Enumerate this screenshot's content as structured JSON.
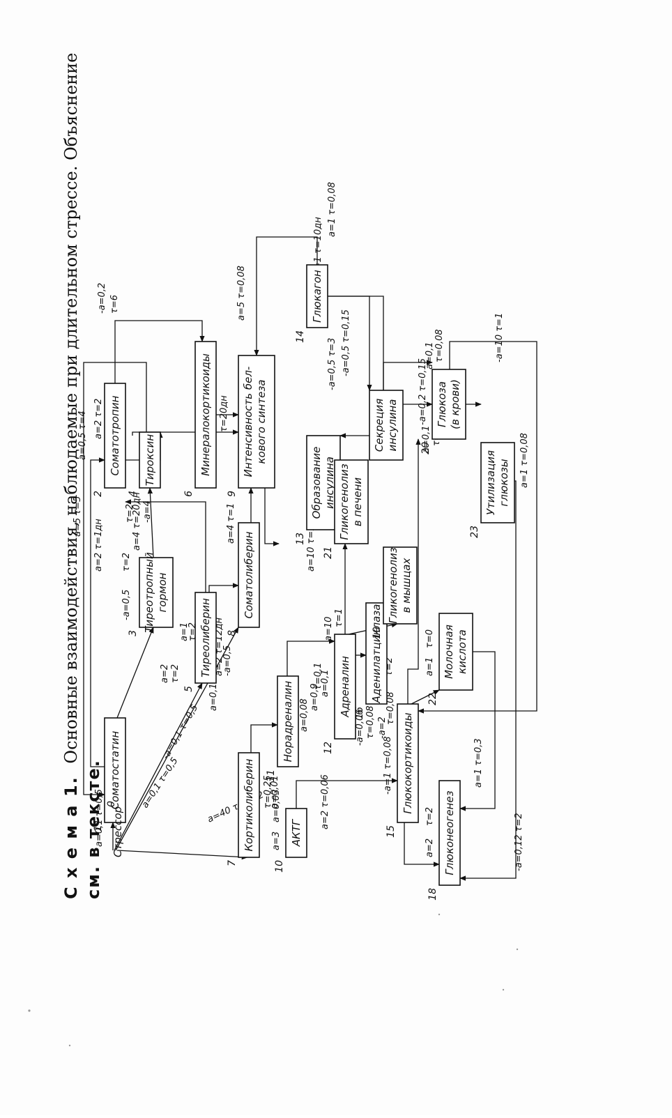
{
  "caption": {
    "lead": "С х е м а 1.",
    "text": "Основные взаимодействия, наблюдаемые при длительном стрессе. Объяснение",
    "line2": "см. в тексте."
  },
  "diagram": {
    "source_label": "Стрессор",
    "source_num": "0",
    "nodes": [
      {
        "num": "1",
        "line1": "Соматостатин",
        "line2": ""
      },
      {
        "num": "2",
        "line1": "Соматотропин",
        "line2": ""
      },
      {
        "num": "3",
        "line1": "Тиреотропный",
        "line2": "гормон"
      },
      {
        "num": "4",
        "line1": "Тироксин",
        "line2": ""
      },
      {
        "num": "5",
        "line1": "Тиреолиберин",
        "line2": ""
      },
      {
        "num": "6",
        "line1": "Минералокортикоиды",
        "line2": ""
      },
      {
        "num": "7",
        "line1": "Кортиколиберин",
        "line2": ""
      },
      {
        "num": "8",
        "line1": "Соматолиберин",
        "line2": ""
      },
      {
        "num": "9",
        "line1": "Интенсивность бел-",
        "line2": "кового синтеза"
      },
      {
        "num": "10",
        "line1": "АКТГ",
        "line2": ""
      },
      {
        "num": "11",
        "line1": "Норадреналин",
        "line2": ""
      },
      {
        "num": "12",
        "line1": "Адреналин",
        "line2": ""
      },
      {
        "num": "13",
        "line1": "Образование",
        "line2": "инсулина"
      },
      {
        "num": "14",
        "line1": "Глюкагон",
        "line2": ""
      },
      {
        "num": "15",
        "line1": "Глюкокортикоиды",
        "line2": ""
      },
      {
        "num": "16",
        "line1": "Аденилатциклаза",
        "line2": ""
      },
      {
        "num": "17",
        "line1": "Секреция",
        "line2": "инсулина"
      },
      {
        "num": "18",
        "line1": "Глюконеогенез",
        "line2": ""
      },
      {
        "num": "19",
        "line1": "Гликогенолиз",
        "line2": "в мышцах"
      },
      {
        "num": "20",
        "line1": "Глюкоза",
        "line2": "(в крови)"
      },
      {
        "num": "21",
        "line1": "Гликогенолиз",
        "line2": "в печени"
      },
      {
        "num": "22",
        "line1": "Молочная",
        "line2": "кислота"
      },
      {
        "num": "23",
        "line1": "Утилизация",
        "line2": "глюкозы"
      }
    ],
    "edge_labels": [
      "a=0,1  τ=0,5",
      "a=0,1  τ=0,5",
      "-a=0,1  τ=0,5",
      "a=40  τ=0,12",
      "a=5  τ=5",
      "-a=0,2",
      "τ=6",
      "a=4  τ=20дн",
      "a=1",
      "τ=20дн",
      "a=2  τ=2",
      "a=0,5  τ=4",
      "a=2  τ=1дн",
      "τ=2",
      "-a=0,5",
      "τ=2",
      "-a=4",
      "a=1",
      "τ=2",
      "a=2",
      "τ=2",
      "a=2  τ=12дн",
      "-a=0,5",
      "a=0,1  τ=0,5",
      "a=4  τ=1",
      "a=3",
      "a=0,03",
      "a=2  τ=0,06",
      "-a=0,12  τ=2",
      "a=2",
      "τ=2",
      "a=0,01",
      "τ=0,25",
      "a=0,08",
      "a=0,9",
      "-a=0,06",
      "τ=0,08",
      "-a=2",
      "τ=0,08",
      "-a=1  τ=0,08",
      "a=0,1",
      "τ=0,1",
      "a=10",
      "τ=1",
      "a=10  τ=1",
      "a=11",
      "τ=2",
      "-a=0,5  τ=3",
      "-a=0,5  τ=0,15",
      "a=0,1",
      "τ=3",
      "a=1  τ=0,08",
      "-a=10  τ=1",
      "-a=1  τ=10дн",
      "a=5  τ=0,08",
      "-a=0,2  τ=0,15",
      "a=0,1",
      "τ=0,08",
      "a=1",
      "τ=0",
      "a=1  τ=0,3",
      "a=1  τ=0,08"
    ]
  }
}
